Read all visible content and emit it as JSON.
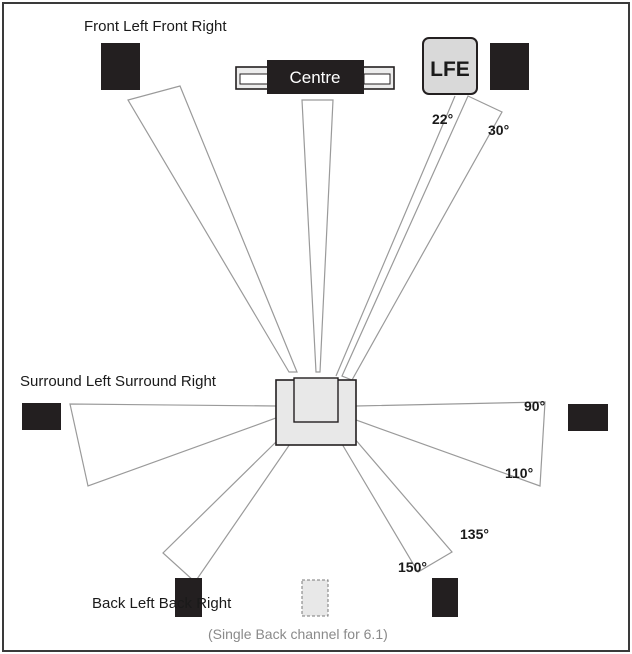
{
  "labels": {
    "front": "Front Left Front Right",
    "centre": "Centre",
    "lfe": "LFE",
    "surround": "Surround Left Surround Right",
    "back": "Back Left Back Right",
    "note": "(Single Back channel for 6.1)"
  },
  "angles": {
    "a22": "22°",
    "a30": "30°",
    "a90": "90°",
    "a110": "110°",
    "a135": "135°",
    "a150": "150°"
  },
  "colors": {
    "speaker": "#231f20",
    "wedge_fill": "#ffffff",
    "wedge_stroke": "#9a9a9a",
    "listener_fill": "#e8e8e8",
    "frame": "#3a3a3a"
  }
}
